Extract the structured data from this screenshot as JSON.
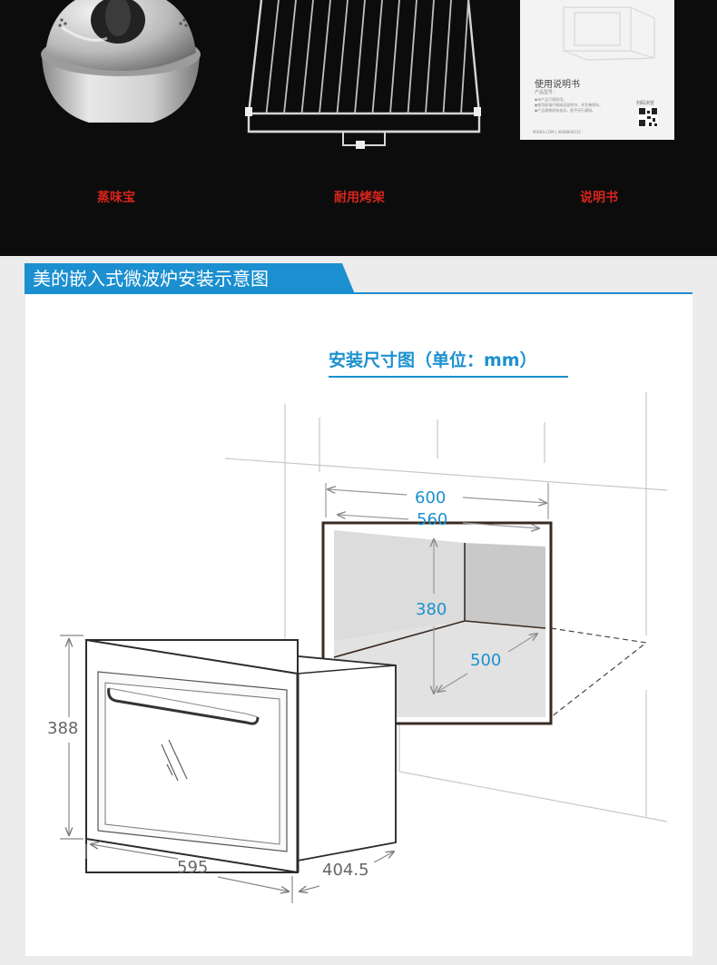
{
  "accessories": [
    {
      "caption": "蒸味宝",
      "icon": "steam-pot-icon"
    },
    {
      "caption": "耐用烤架",
      "icon": "grill-rack-icon"
    },
    {
      "caption": "说明书",
      "icon": "manual-booklet-icon"
    }
  ],
  "manual": {
    "title": "使用说明书",
    "model_label": "产品型号：",
    "notes": [
      "◆本产品只限家用。",
      "◆使用前请仔细阅读说明书，并妥善保存。",
      "◆产品规格如有变动，恕不另行通知。"
    ],
    "scan_label": "扫码浏览",
    "footer": "MIDEA.COM | 4008899315"
  },
  "banner": {
    "text": "美的嵌入式微波炉安装示意图",
    "color": "#1b8fd0"
  },
  "diagram": {
    "title": "安装尺寸图（单位：mm）",
    "accent_color": "#1b91cf",
    "cabinet": {
      "outer_width": "600",
      "inner_width": "560",
      "height": "380",
      "depth": "500"
    },
    "oven": {
      "height": "388",
      "width": "595",
      "depth": "404.5"
    }
  },
  "colors": {
    "caption": "#d9251c",
    "top_background": "#0c0c0d"
  }
}
